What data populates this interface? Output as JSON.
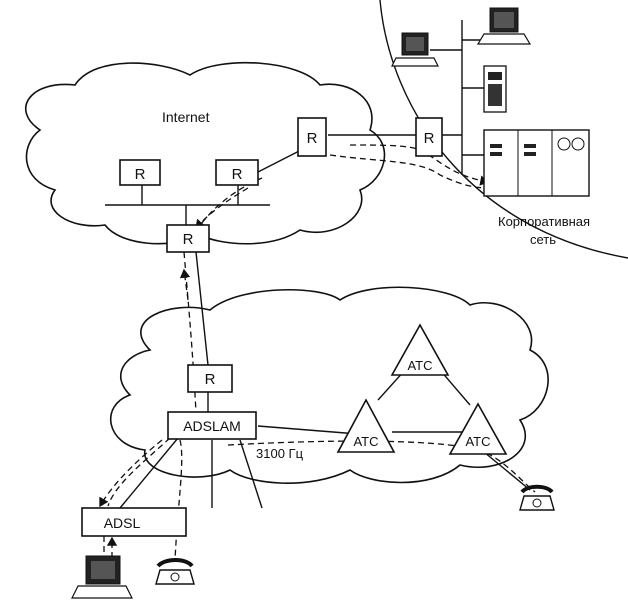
{
  "labels": {
    "internet": "Internet",
    "corporate_line1": "Корпоративная",
    "corporate_line2": "сеть",
    "router": "R",
    "adslam": "ADSLAM",
    "adsl": "ADSL",
    "atc": "АТС",
    "voice_band": "3100 Гц"
  },
  "colors": {
    "stroke": "#111111",
    "background": "#ffffff"
  }
}
